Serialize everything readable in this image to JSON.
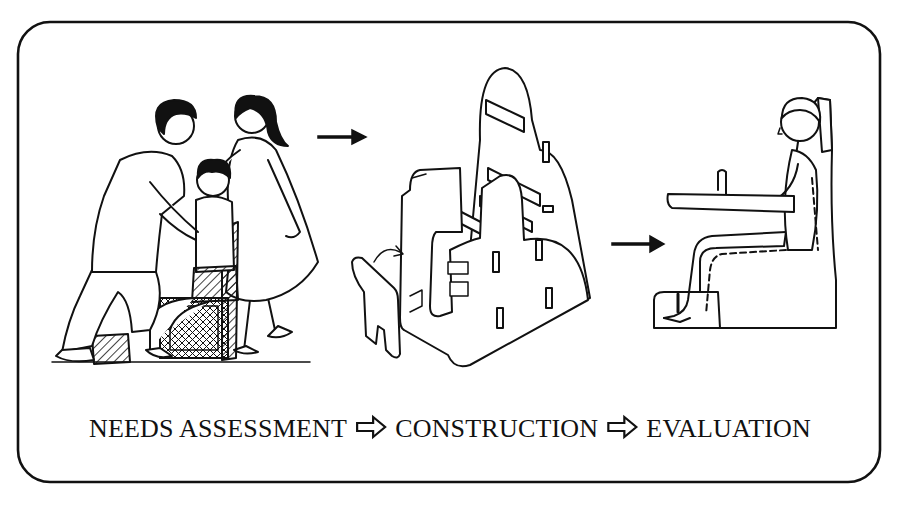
{
  "diagram": {
    "labels": [
      "NEEDS ASSESSMENT",
      "CONSTRUCTION",
      "EVALUATION"
    ]
  }
}
